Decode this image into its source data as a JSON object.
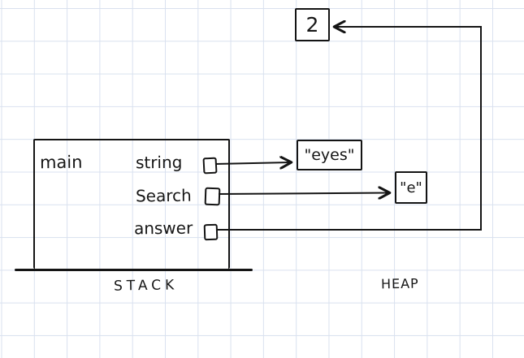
{
  "diagram": {
    "stack": {
      "frame_label": "main",
      "section_label": "STACK",
      "variables": [
        {
          "name": "string",
          "points_to": "\"eyes\""
        },
        {
          "name": "Search",
          "points_to": "\"e\""
        },
        {
          "name": "answer",
          "points_to": "2"
        }
      ]
    },
    "heap": {
      "section_label": "HEAP",
      "objects": [
        {
          "value": "2"
        },
        {
          "value": "\"eyes\""
        },
        {
          "value": "\"e\""
        }
      ]
    },
    "colors": {
      "ink": "#161616",
      "grid": "#d9e1ef",
      "paper": "#ffffff"
    }
  }
}
